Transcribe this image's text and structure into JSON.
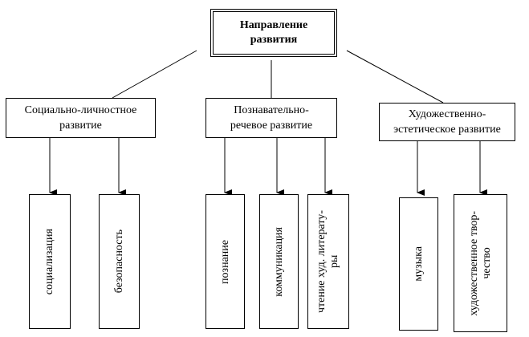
{
  "root": {
    "label": "Направление\nразвития"
  },
  "branches": [
    {
      "label": "Социально-личностное\nразвитие",
      "leaves": [
        "социализация",
        "безопасность"
      ]
    },
    {
      "label": "Познавательно-\nречевое развитие",
      "leaves": [
        "познание",
        "коммуникация",
        "чтение худ. литерату-\nры"
      ]
    },
    {
      "label": "Художественно-\nэстетическое развитие",
      "leaves": [
        "музыка",
        "художественное твор-\nчество"
      ]
    }
  ]
}
